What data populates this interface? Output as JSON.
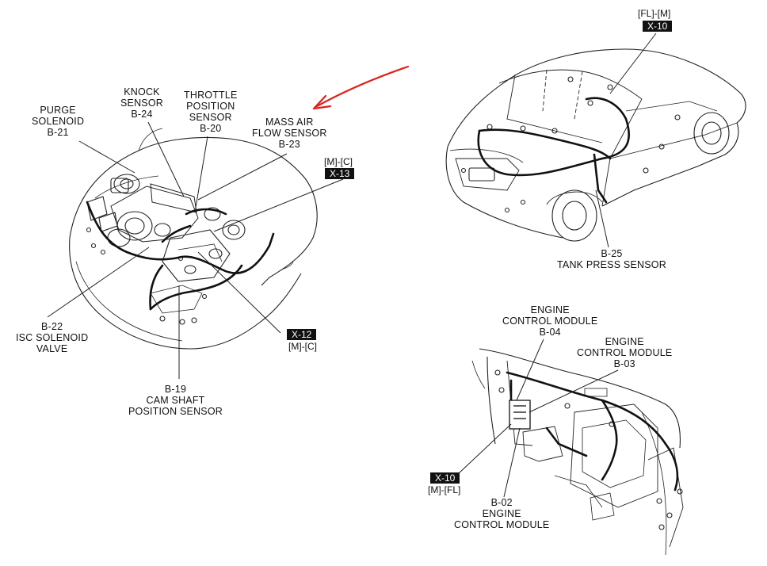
{
  "annotation": {
    "arrow_color": "#e0201b"
  },
  "engine_bay": {
    "labels": {
      "purge_solenoid": [
        "PURGE",
        "SOLENOID",
        "B-21"
      ],
      "knock_sensor": [
        "KNOCK",
        "SENSOR",
        "B-24"
      ],
      "throttle_position_sensor": [
        "THROTTLE",
        "POSITION",
        "SENSOR",
        "B-20"
      ],
      "mass_air_flow_sensor": [
        "MASS AIR",
        "FLOW SENSOR",
        "B-23"
      ],
      "isc_solenoid_valve": [
        "B-22",
        "ISC SOLENOID",
        "VALVE"
      ],
      "cam_shaft_position_sensor": [
        "B-19",
        "CAM SHAFT",
        "POSITION SENSOR"
      ]
    },
    "connectors": {
      "x13": {
        "route": "[M]-[C]",
        "id": "X-13"
      },
      "x12": {
        "route": "[M]-[C]",
        "id": "X-12"
      }
    }
  },
  "rear_car": {
    "labels": {
      "tank_press_sensor": [
        "B-25",
        "TANK PRESS SENSOR"
      ]
    },
    "connectors": {
      "x10": {
        "route": "[FL]-[M]",
        "id": "X-10"
      }
    }
  },
  "dash": {
    "labels": {
      "ecm_b04": [
        "ENGINE",
        "CONTROL MODULE",
        "B-04"
      ],
      "ecm_b03": [
        "ENGINE",
        "CONTROL MODULE",
        "B-03"
      ],
      "ecm_b02": [
        "B-02",
        "ENGINE",
        "CONTROL MODULE"
      ]
    },
    "connectors": {
      "x10": {
        "route": "[M]-[FL]",
        "id": "X-10"
      }
    }
  }
}
